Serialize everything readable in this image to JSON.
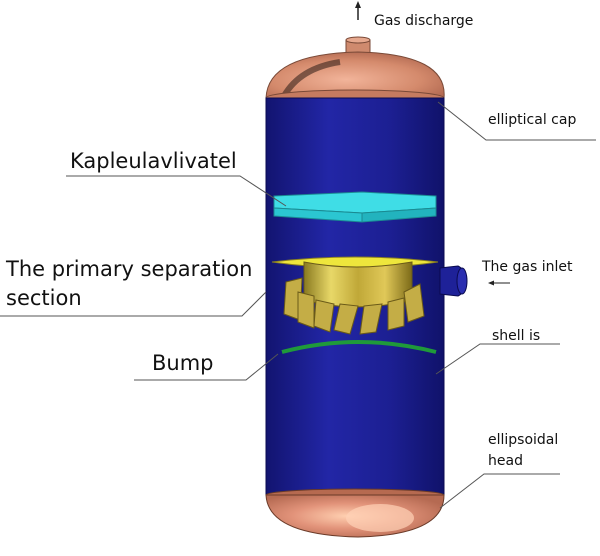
{
  "labels": {
    "gas_discharge": "Gas discharge",
    "elliptical_cap": "elliptical cap",
    "kapleulavlivatel": "Kapleulavlivatel",
    "primary_line1": "The primary separation",
    "primary_line2": "section",
    "gas_inlet": "The gas inlet",
    "bump": "Bump",
    "shell": "shell is",
    "head_line1": "ellipsoidal",
    "head_line2": "head"
  },
  "colors": {
    "shell": "#1c1f8f",
    "copper": "#d98f70",
    "mist_eliminator": "#44e6ee",
    "primary_separator": "#d8d040",
    "bump": "#1f9a3a"
  }
}
